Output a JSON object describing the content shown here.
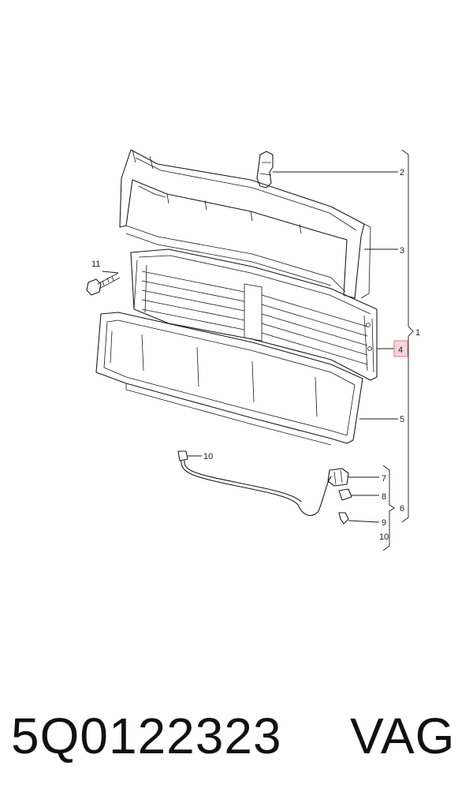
{
  "callouts": {
    "c1": "1",
    "c2": "2",
    "c3": "3",
    "c4": "4",
    "c5": "5",
    "c6": "6",
    "c7": "7",
    "c8": "8",
    "c9": "9",
    "c10a": "10",
    "c10b": "10",
    "c11": "11"
  },
  "footer": {
    "part_number": "5Q0122323",
    "brand": "VAG"
  },
  "colors": {
    "line": "#1a1a1a",
    "highlight_fill": "#f6d6dc",
    "highlight_stroke": "#e07a8a"
  }
}
